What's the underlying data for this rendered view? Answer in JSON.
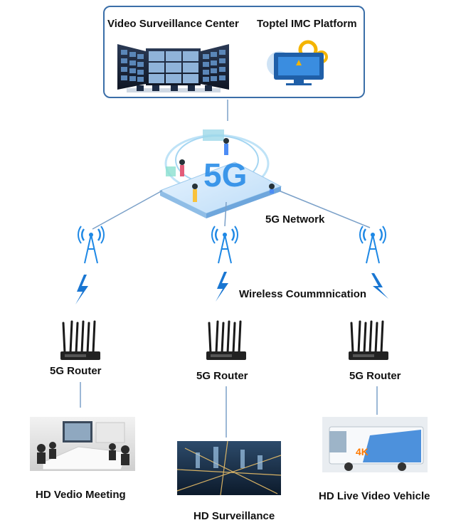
{
  "top_panel": {
    "video_center_label": "Video Surveillance Center",
    "imc_label": "Toptel IMC Platform"
  },
  "network": {
    "label": "5G Network",
    "badge_text": "5G",
    "wireless_label": "Wireless Coummnication"
  },
  "routers": [
    {
      "label": "5G Router"
    },
    {
      "label": "5G Router"
    },
    {
      "label": "5G Router"
    }
  ],
  "endpoints": {
    "meeting_label": "HD Vedio Meeting",
    "surveillance_label": "HD Surveillance",
    "vehicle_label": "HD Live Video Vehicle"
  },
  "colors": {
    "frame": "#3a6ea8",
    "link_line": "#7aa0c8",
    "tower": "#1e88e5",
    "lightning": "#1976d2"
  }
}
